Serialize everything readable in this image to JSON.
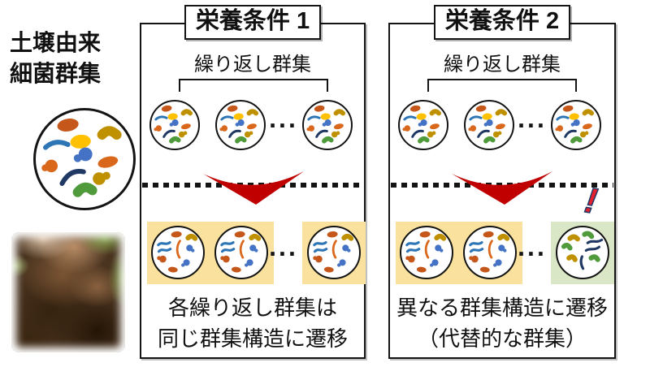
{
  "left_column": {
    "title_line1": "土壌由来",
    "title_line2": "細菌群集"
  },
  "panels": [
    {
      "header": "栄養条件 1",
      "subtitle": "繰り返し群集",
      "ellipsis_top": "...",
      "ellipsis_bottom": "...",
      "caption_line1": "各繰り返し群集は",
      "caption_line2": "同じ群集構造に遷移"
    },
    {
      "header": "栄養条件 2",
      "subtitle": "繰り返し群集",
      "ellipsis_top": "...",
      "ellipsis_bottom": "...",
      "alert_mark": "!",
      "caption_line1": "異なる群集構造に遷移",
      "caption_line2": "（代替的な群集）"
    }
  ],
  "colors": {
    "border": "#141414",
    "accent_red": "#C00000",
    "alert_red": "#E5202E",
    "bg_yellow": "#FAE29E",
    "bg_green": "#D9E7C6",
    "rust": "#C5571B",
    "orange": "#D9681C",
    "yellow": "#FFC000",
    "olive": "#BF9000",
    "blue": "#2E75B6",
    "blue2": "#4472C4",
    "navy": "#1F3864",
    "green": "#4F9A3A"
  }
}
